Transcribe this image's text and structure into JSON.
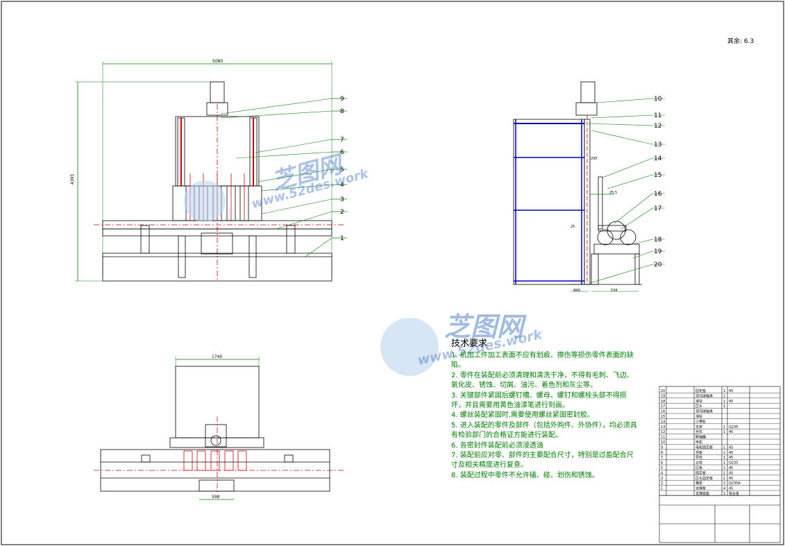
{
  "drawing": {
    "roughness": "其余: 6.3",
    "front_view_dims": {
      "width": "5080",
      "height": "4395"
    },
    "top_view_dims": {
      "width": "1740",
      "bottom": "598"
    },
    "side_view_dims": {
      "d1": "295",
      "d2": "25.5",
      "d3": "25",
      "bottom1": "Φ60",
      "bottom2": "538"
    },
    "balloons_front": [
      "9",
      "8",
      "7",
      "6",
      "5",
      "4",
      "3",
      "2",
      "1"
    ],
    "balloons_side": [
      "10",
      "11",
      "12",
      "13",
      "14",
      "15",
      "16",
      "17",
      "18",
      "19",
      "20"
    ]
  },
  "tech_requirements": {
    "title": "技术要求",
    "items": [
      "1. 机加工件加工表面不应有划痕、擦伤等损伤零件表面的缺陷。",
      "2. 零件在装配前必须清理和清洗干净，不得有毛刺、飞边、氧化皮、锈蚀、切屑、油污、着色剂和灰尘等。",
      "3. 关键部件紧固后螺钉槽、螺母、螺钉和螺栓头部不得损坏，并且需要用黄色油漆笔进行刻画。",
      "4. 螺丝装配紧固时,需要使用螺丝紧固密封胶。",
      "5. 进入装配的零件及部件（包括外购件、外协件），均必须具有检验部门的合格证方能进行装配。",
      "6. 各密封件装配前必须浸透油",
      "7. 装配前应对零、部件的主要配合尺寸，特别是过盈配合尺寸及相关精度进行复查。",
      "8. 装配过程中零件不允许磕、碰、划伤和锈蚀。"
    ]
  },
  "bom": {
    "rows": [
      [
        "20",
        "固定座",
        "1",
        "45"
      ],
      [
        "19",
        "深沟球轴承",
        "1",
        ""
      ],
      [
        "18",
        "滑块",
        "1",
        "45"
      ],
      [
        "17",
        "压头",
        "1",
        ""
      ],
      [
        "16",
        "深沟球轴承",
        "",
        ""
      ],
      [
        "15",
        "滑轨",
        "",
        ""
      ],
      [
        "14",
        "小带轮",
        "",
        ""
      ],
      [
        "13",
        "支架",
        "1",
        "Q235"
      ],
      [
        "12",
        "丝杠",
        "1",
        "45"
      ],
      [
        "11",
        "联轴器",
        "",
        ""
      ],
      [
        "10",
        "电机",
        "",
        ""
      ],
      [
        "9",
        "电机固定板",
        "1",
        "45"
      ],
      [
        "8",
        "顶板",
        "1",
        "45"
      ],
      [
        "7",
        "导柱",
        "1",
        "45"
      ],
      [
        "6",
        "立柱",
        "1",
        "Q235"
      ],
      [
        "5",
        "压板",
        "1",
        "45"
      ],
      [
        "4",
        "固定板",
        "1",
        "45"
      ],
      [
        "3",
        "压头固定板",
        "1",
        "45"
      ],
      [
        "2",
        "横梁",
        "1",
        "Q235A"
      ],
      [
        "1",
        "支撑板",
        "4",
        "45"
      ],
      [
        "",
        "支撑底座",
        "1",
        "铝合金"
      ]
    ]
  },
  "watermark": {
    "brand": "芝图网",
    "site": "www.52des.work"
  }
}
